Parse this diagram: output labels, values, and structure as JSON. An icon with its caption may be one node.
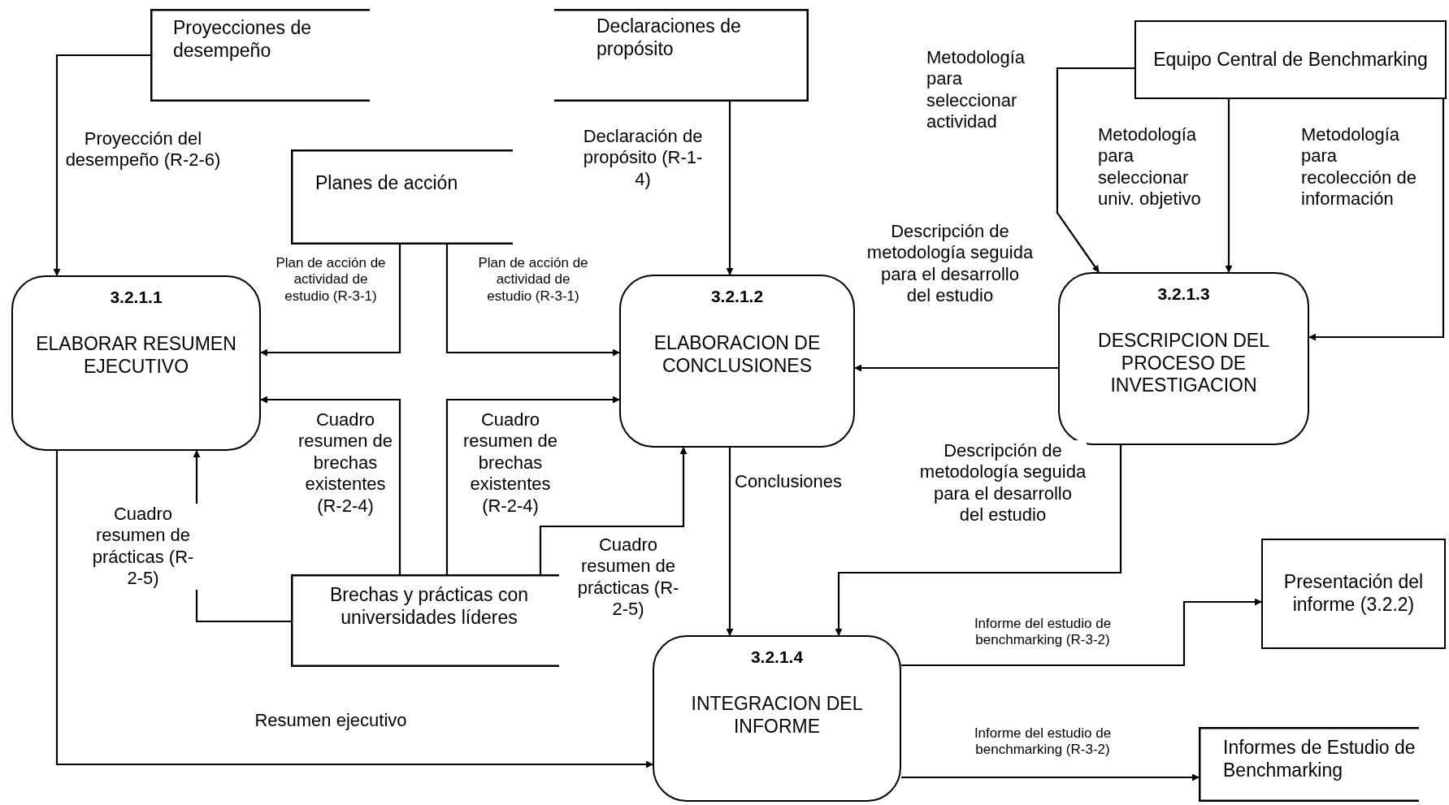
{
  "diagram": {
    "nodes": [
      {
        "text": [
          "Proyecciones de desempeño"
        ]
      },
      {
        "text": [
          "Declaraciones de propósito"
        ]
      },
      {
        "text": [
          "Planes de acción"
        ]
      },
      {
        "text": [
          "Equipo Central de Benchmarking"
        ]
      },
      {
        "text": [
          "3.2.1.1",
          "ELABORAR RESUMEN EJECUTIVO"
        ]
      },
      {
        "text": [
          "3.2.1.2",
          "ELABORACION DE CONCLUSIONES"
        ]
      },
      {
        "text": [
          "3.2.1.3",
          "DESCRIPCION DEL PROCESO DE INVESTIGACION"
        ]
      },
      {
        "text": [
          "Brechas y prácticas con universidades líderes"
        ]
      },
      {
        "text": [
          "3.2.1.4",
          "INTEGRACION DEL INFORME"
        ]
      },
      {
        "text": [
          "Presentación del informe (3.2.2)"
        ]
      },
      {
        "text": [
          "Informes de Estudio de Benchmarking"
        ]
      }
    ],
    "edges": [
      {
        "from": 0,
        "to": 4,
        "arrow": "to",
        "label": "Proyección del desempeño (R-2-6)"
      },
      {
        "from": 1,
        "to": 5,
        "arrow": "to",
        "label": "Declaración de propósito (R-1-4)"
      },
      {
        "from": 2,
        "to": 4,
        "arrow": "to",
        "label": "Plan de acción de actividad de estudio (R-3-1)"
      },
      {
        "from": 2,
        "to": 5,
        "arrow": "to",
        "label": "Plan de acción de actividad de estudio (R-3-1)"
      },
      {
        "from": 7,
        "to": 4,
        "arrow": "to",
        "label": "Cuadro resumen de brechas existentes (R-2-4)"
      },
      {
        "from": 7,
        "to": 5,
        "arrow": "to",
        "label": "Cuadro resumen de brechas existentes (R-2-4)"
      },
      {
        "from": 7,
        "to": 4,
        "arrow": "to",
        "label": "Cuadro resumen de prácticas (R-2-5)"
      },
      {
        "from": 7,
        "to": 5,
        "arrow": "to",
        "label": "Cuadro resumen de prácticas (R-2-5)"
      },
      {
        "from": 3,
        "to": 6,
        "arrow": "to",
        "label": "Metodología para seleccionar actividad"
      },
      {
        "from": 3,
        "to": 6,
        "arrow": "to",
        "label": "Metodología para seleccionar univ. objetivo"
      },
      {
        "from": 3,
        "to": 6,
        "arrow": "to",
        "label": "Metodología para recolección de información"
      },
      {
        "from": 6,
        "to": 5,
        "arrow": "to",
        "label": "Descripción de metodología seguida para el desarrollo del estudio"
      },
      {
        "from": 6,
        "to": 8,
        "arrow": "to",
        "label": "Descripción de metodología seguida para el desarrollo del estudio"
      },
      {
        "from": 5,
        "to": 8,
        "arrow": "to",
        "label": "Conclusiones"
      },
      {
        "from": 4,
        "to": 8,
        "arrow": "to",
        "label": "Resumen ejecutivo"
      },
      {
        "from": 8,
        "to": 9,
        "arrow": "to",
        "label": "Informe del estudio de benchmarking (R-3-2)"
      },
      {
        "from": 8,
        "to": 10,
        "arrow": "to",
        "label": "Informe del estudio de benchmarking (R-3-2)"
      }
    ]
  }
}
